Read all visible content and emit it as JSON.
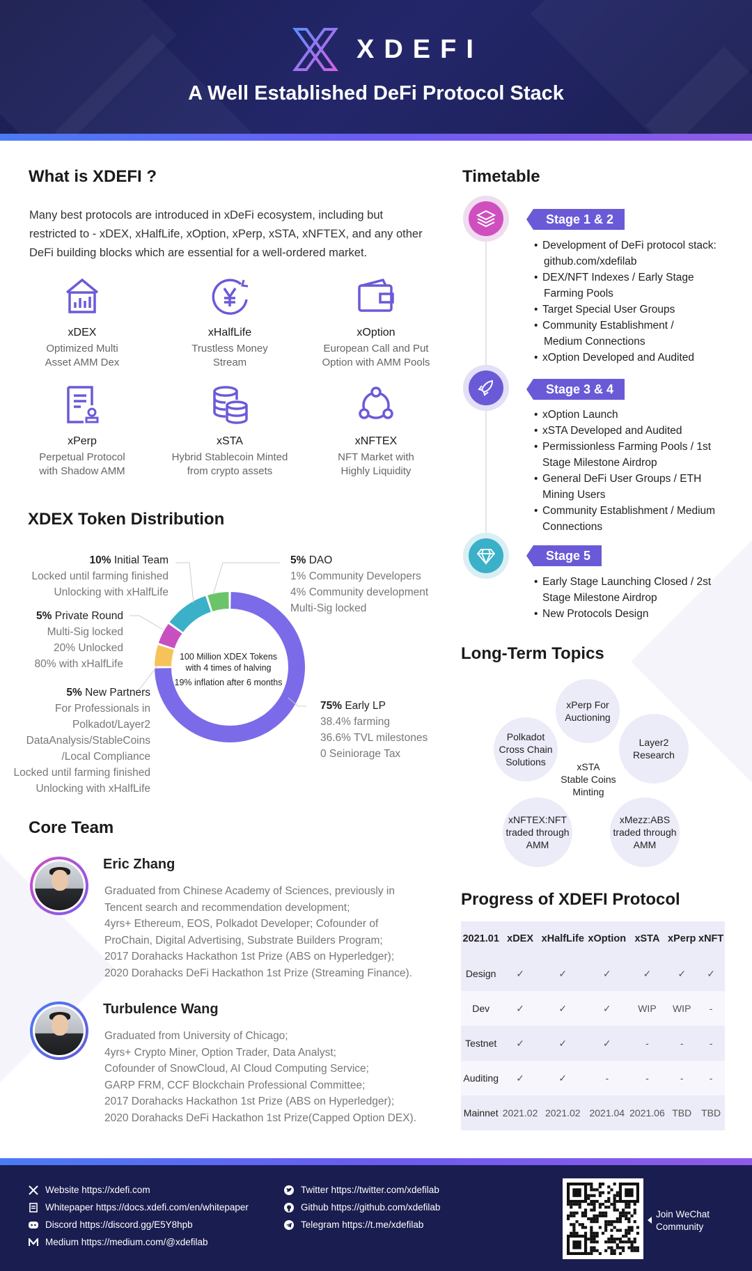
{
  "header": {
    "logo_text": "XDEFI",
    "title": "A Well Established DeFi Protocol Stack"
  },
  "what": {
    "title": "What is XDEFI ?",
    "intro": "Many best protocols are introduced in xDeFi ecosystem, including but restricted to - xDEX, xHalfLife, xOption, xPerp, xSTA, xNFTEX, and any other DeFi building blocks which are essential for a well-ordered market.",
    "features": [
      {
        "name": "xDEX",
        "desc1": "Optimized Multi",
        "desc2": "Asset AMM Dex",
        "icon": "bank-chart-icon"
      },
      {
        "name": "xHalfLife",
        "desc1": "Trustless Money",
        "desc2": "Stream",
        "icon": "yen-cycle-icon"
      },
      {
        "name": "xOption",
        "desc1": "European Call and Put",
        "desc2": "Option with AMM Pools",
        "icon": "wallet-icon"
      },
      {
        "name": "xPerp",
        "desc1": "Perpetual Protocol",
        "desc2": "with Shadow AMM",
        "icon": "document-stamp-icon"
      },
      {
        "name": "xSTA",
        "desc1": "Hybrid Stablecoin Minted",
        "desc2": "from crypto assets",
        "icon": "coin-stack-icon"
      },
      {
        "name": "xNFTEX",
        "desc1": "NFT Market with",
        "desc2": "Highly Liquidity",
        "icon": "network-nodes-icon"
      }
    ]
  },
  "distribution": {
    "title": "XDEX Token Distribution",
    "center": [
      "100 Million XDEX Tokens",
      "with 4 times of halving",
      "19% inflation after 6 months"
    ],
    "labels": {
      "team": {
        "pct": "10%",
        "name": "Initial Team",
        "l1": "Locked until farming finished",
        "l2": "Unlocking with xHalfLife"
      },
      "dao": {
        "pct": "5%",
        "name": "DAO",
        "l1": "1% Community Developers",
        "l2": "4% Community development",
        "l3": "Multi-Sig locked"
      },
      "private": {
        "pct": "5%",
        "name": "Private Round",
        "l1": "Multi-Sig locked",
        "l2": "20% Unlocked",
        "l3": "80% with xHalfLife"
      },
      "partners": {
        "pct": "5%",
        "name": "New Partners",
        "l1": "For Professionals in",
        "l2": "Polkadot/Layer2",
        "l3": "DataAnalysis/StableCoins",
        "l4": "/Local Compliance",
        "l5": "Locked until farming finished",
        "l6": "Unlocking with xHalfLife"
      },
      "lp": {
        "pct": "75%",
        "name": "Early LP",
        "l1": "38.4% farming",
        "l2": "36.6% TVL milestones",
        "l3": "0 Seiniorage Tax"
      }
    }
  },
  "chart_data": {
    "type": "pie",
    "categories": [
      "Early LP",
      "New Partners",
      "Private Round",
      "Initial Team",
      "DAO"
    ],
    "values": [
      75,
      5,
      5,
      10,
      5
    ],
    "colors": [
      "#7b6be8",
      "#f5c35a",
      "#c84fbf",
      "#3bb0c9",
      "#6cc46a"
    ],
    "title": "XDEX Token Distribution"
  },
  "team": {
    "title": "Core Team",
    "members": [
      {
        "name": "Eric Zhang",
        "bio": [
          "Graduated from Chinese Academy of Sciences, previously in",
          "Tencent search and recommendation development;",
          "4yrs+ Ethereum, EOS, Polkadot Developer; Cofounder of",
          "ProChain, Digital Advertising, Substrate Builders Program;",
          "2017 Dorahacks Hackathon 1st Prize (ABS on Hyperledger);",
          "2020 Dorahacks DeFi Hackathon 1st Prize (Streaming Finance)."
        ]
      },
      {
        "name": "Turbulence Wang",
        "bio": [
          "Graduated from University of Chicago;",
          "4yrs+ Crypto Miner, Option Trader, Data Analyst;",
          "Cofounder of SnowCloud, AI Cloud Computing Service;",
          "GARP FRM, CCF Blockchain Professional Committee;",
          "2017 Dorahacks Hackathon 1st Prize (ABS on Hyperledger);",
          "2020 Dorahacks DeFi Hackathon 1st Prize(Capped Option DEX)."
        ]
      }
    ]
  },
  "timetable": {
    "title": "Timetable",
    "stages": [
      {
        "label": "Stage 1 & 2",
        "items": [
          "Development of DeFi protocol stack:",
          "DEX/NFT Indexes / Early Stage",
          "Target Special User Groups",
          "Community Establishment /",
          "xOption Developed and Audited"
        ],
        "subs": {
          "0": "github.com/xdefilab",
          "1": "Farming Pools",
          "3": "Medium Connections"
        }
      },
      {
        "label": "Stage 3 & 4",
        "items": [
          "xOption Launch",
          "xSTA Developed and Audited",
          "Permissionless Farming Pools / 1st",
          "General DeFi User Groups / ETH",
          "Community Establishment / Medium"
        ],
        "subs": {
          "2": "Stage Milestone Airdrop",
          "3": "Mining Users",
          "4": "Connections"
        }
      },
      {
        "label": "Stage 5",
        "items": [
          "Early Stage Launching Closed / 2st",
          "New Protocols Design"
        ],
        "subs": {
          "0": "Stage Milestone Airdrop"
        }
      }
    ]
  },
  "topics": {
    "title": "Long-Term Topics",
    "bubbles": [
      {
        "l1": "xPerp For",
        "l2": "Auctioning",
        "l3": ""
      },
      {
        "l1": "Polkadot",
        "l2": "Cross Chain",
        "l3": "Solutions"
      },
      {
        "l1": "Layer2",
        "l2": "Research",
        "l3": ""
      },
      {
        "l1": "xSTA",
        "l2": "Stable Coins",
        "l3": "Minting"
      },
      {
        "l1": "xNFTEX:NFT",
        "l2": "traded through",
        "l3": "AMM"
      },
      {
        "l1": "xMezz:ABS",
        "l2": "traded through",
        "l3": "AMM"
      }
    ]
  },
  "progress": {
    "title": "Progress of XDEFI Protocol",
    "headers": [
      "2021.01",
      "xDEX",
      "xHalfLife",
      "xOption",
      "xSTA",
      "xPerp",
      "xNFT"
    ],
    "rows": [
      [
        "Design",
        "✓",
        "✓",
        "✓",
        "✓",
        "✓",
        "✓"
      ],
      [
        "Dev",
        "✓",
        "✓",
        "✓",
        "WIP",
        "WIP",
        "-"
      ],
      [
        "Testnet",
        "✓",
        "✓",
        "✓",
        "-",
        "-",
        "-"
      ],
      [
        "Auditing",
        "✓",
        "✓",
        "-",
        "-",
        "-",
        "-"
      ],
      [
        "Mainnet",
        "2021.02",
        "2021.02",
        "2021.04",
        "2021.06",
        "TBD",
        "TBD"
      ]
    ]
  },
  "footer": {
    "links_left": [
      {
        "icon": "xdefi-icon",
        "text": "Website  https://xdefi.com"
      },
      {
        "icon": "document-icon",
        "text": "Whitepaper https://docs.xdefi.com/en/whitepaper"
      },
      {
        "icon": "discord-icon",
        "text": "Discord https://discord.gg/E5Y8hpb"
      },
      {
        "icon": "medium-icon",
        "text": "Medium https://medium.com/@xdefilab"
      }
    ],
    "links_right": [
      {
        "icon": "twitter-icon",
        "text": "Twitter  https://twitter.com/xdefilab"
      },
      {
        "icon": "github-icon",
        "text": "Github https://github.com/xdefilab"
      },
      {
        "icon": "telegram-icon",
        "text": "Telegram https://t.me/xdefilab"
      }
    ],
    "wechat_l1": "Join WeChat",
    "wechat_l2": "Community"
  }
}
